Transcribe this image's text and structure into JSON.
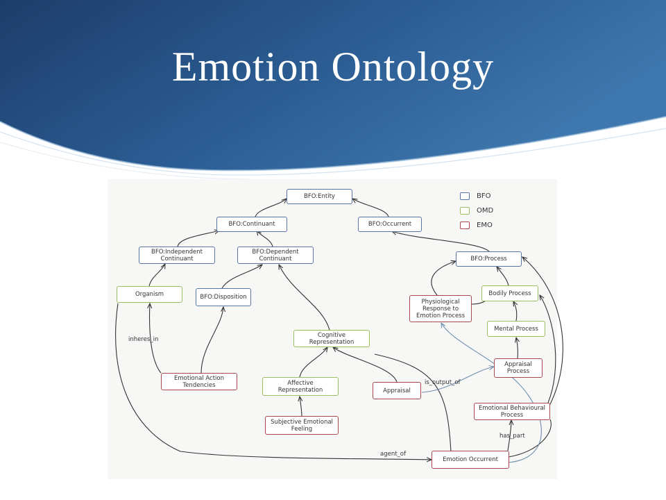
{
  "slide": {
    "title": "Emotion Ontology"
  },
  "legend": [
    {
      "label": "BFO",
      "color": "#5975a6"
    },
    {
      "label": "OMD",
      "color": "#9cbc62"
    },
    {
      "label": "EMO",
      "color": "#a8484e"
    }
  ],
  "nodes": {
    "bfo_entity": "BFO:Entity",
    "bfo_continuant": "BFO:Continuant",
    "bfo_occurrent": "BFO:Occurrent",
    "bfo_independent_continuant": "BFO:Independent Continuant",
    "bfo_dependent_continuant": "BFO:Dependent Continuant",
    "bfo_process": "BFO:Process",
    "organism": "Organism",
    "bfo_disposition": "BFO:Disposition",
    "bodily_process": "Bodily Process",
    "physiological_response": "Physiological Response to Emotion Process",
    "mental_process": "Mental Process",
    "cognitive_representation": "Cognitive Representation",
    "appraisal_process": "Appraisal Process",
    "emotional_action_tendencies": "Emotional Action Tendencies",
    "affective_representation": "Affective Representation",
    "appraisal": "Appraisal",
    "emotional_behavioural_process": "Emotional Behavioural Process",
    "subjective_emotional_feeling": "Subjective Emotional Feeling",
    "emotion_occurrent": "Emotion Occurrent"
  },
  "edge_labels": {
    "inheres_in": "inheres_in",
    "is_output_of": "is_output_of",
    "has_part": "has_part",
    "agent_of": "agent_of"
  }
}
